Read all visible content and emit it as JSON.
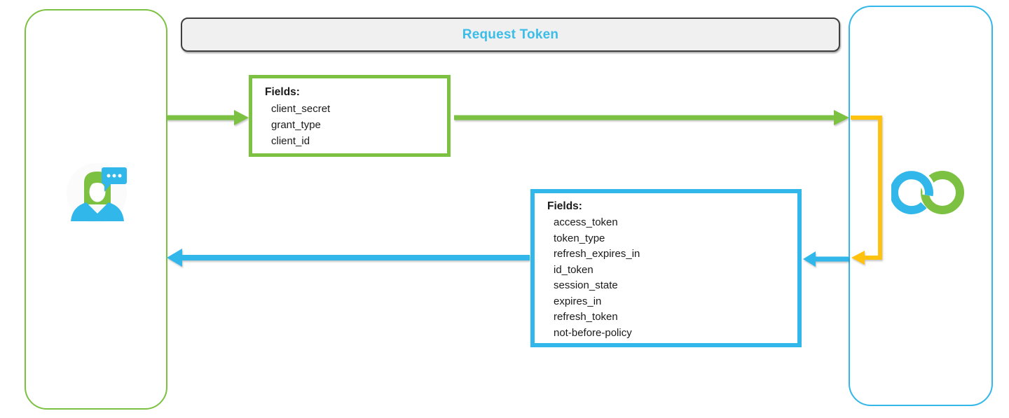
{
  "title_banner": {
    "label": "Request Token"
  },
  "request_fields_box": {
    "heading": "Fields:",
    "fields": [
      "client_secret",
      "grant_type",
      "client_id"
    ]
  },
  "response_fields_box": {
    "heading": "Fields:",
    "fields": [
      "access_token",
      "token_type",
      "refresh_expires_in",
      "id_token",
      "session_state",
      "expires_in",
      "refresh_token",
      "not-before-policy"
    ]
  },
  "icons": {
    "actor": "user-with-speech-bubble-icon",
    "service": "interlocked-rings-icon"
  },
  "colors": {
    "green": "#7CC142",
    "blue": "#31B7E9",
    "orange": "#FFC20E",
    "title_text": "#3BBDE8",
    "banner_bg": "#F0F0F0",
    "banner_border": "#3F3F3F"
  }
}
